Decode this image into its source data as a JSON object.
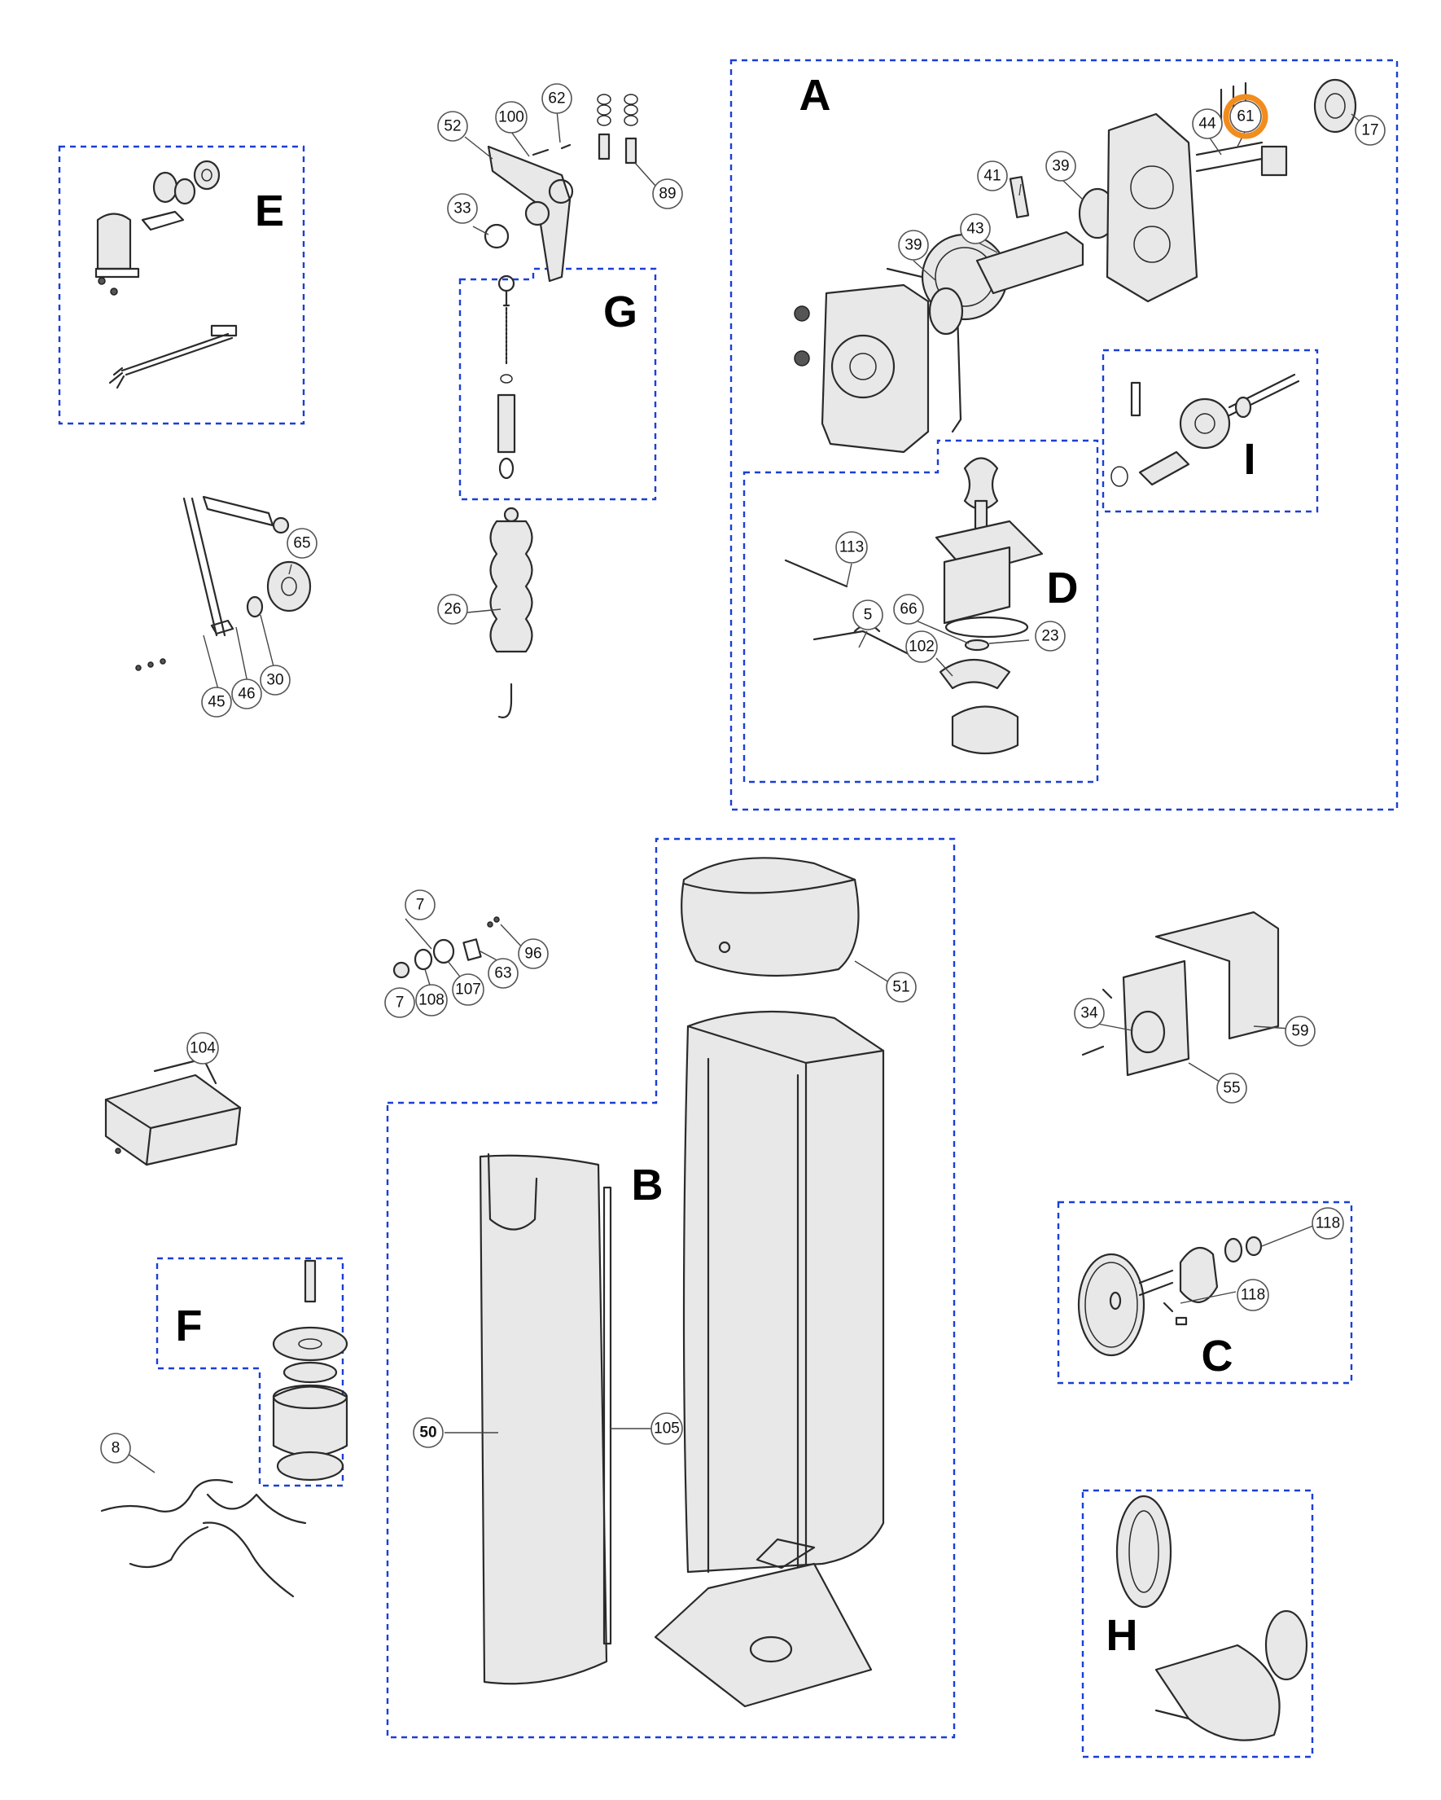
{
  "group_labels": [
    "A",
    "B",
    "C",
    "D",
    "E",
    "F",
    "G",
    "H",
    "I"
  ],
  "callouts": [
    "61",
    "17",
    "44",
    "41",
    "39",
    "39",
    "43",
    "62",
    "100",
    "52",
    "89",
    "33",
    "65",
    "45",
    "46",
    "30",
    "26",
    "113",
    "66",
    "23",
    "5",
    "102",
    "7",
    "96",
    "63",
    "7",
    "108",
    "107",
    "51",
    "104",
    "34",
    "59",
    "55",
    "118",
    "118",
    "8",
    "50",
    "105"
  ],
  "highlighted_callout": "61",
  "colors": {
    "group_box": "#1a3fd6",
    "highlight": "#f28c1c",
    "line": "#2a2a2a"
  }
}
